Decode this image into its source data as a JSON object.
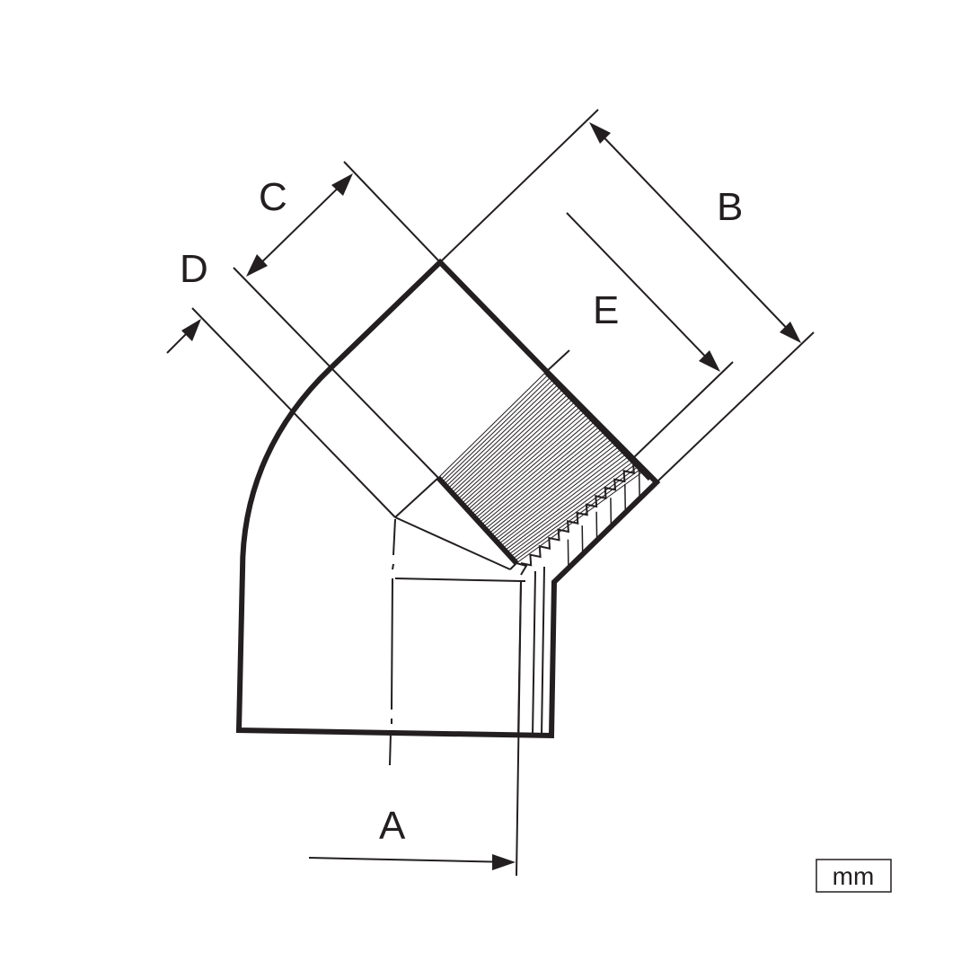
{
  "dimensions": {
    "A": "A",
    "B": "B",
    "C": "C",
    "D": "D",
    "E": "E"
  },
  "unit": "mm",
  "colors": {
    "ink": "#231f20",
    "background": "#ffffff"
  }
}
